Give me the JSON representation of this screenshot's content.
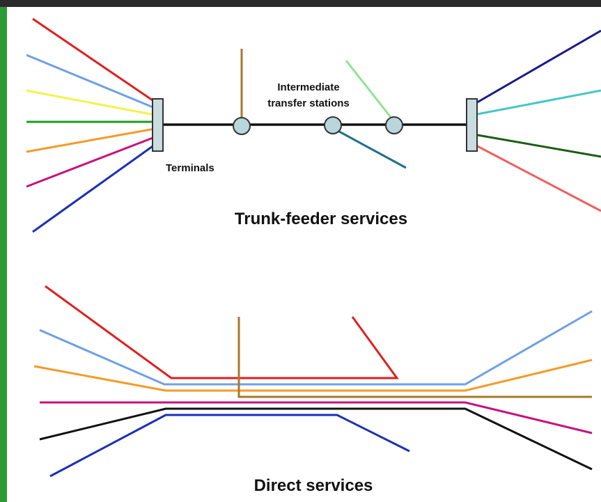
{
  "labels": {
    "intermediate_line1": "Intermediate",
    "intermediate_line2": "transfer stations",
    "terminals": "Terminals",
    "trunk_feeder_title": "Trunk-feeder services",
    "direct_title": "Direct services"
  },
  "colors": {
    "background": "#ffffff",
    "frame": "#2b2b2b",
    "frame_accent": "#2e9a35",
    "trunk_line": "#111111",
    "terminal_fill": "#c9dde0",
    "terminal_stroke": "#333333",
    "red": "#e01e1e",
    "light_blue": "#6f9fe6",
    "yellow": "#f3f34a",
    "green": "#1c9c1c",
    "orange": "#f59a27",
    "magenta": "#c8127a",
    "dark_blue": "#1a2fb5",
    "navy": "#1a1a8c",
    "cyan": "#45c6c6",
    "dark_green": "#1c5c14",
    "salmon": "#ef5f5f",
    "brown": "#a8782a",
    "light_green": "#8fe58f",
    "teal": "#1f6e8e",
    "black": "#111111"
  },
  "trunk_feeder": {
    "left_feeders": [
      "red",
      "light_blue",
      "yellow",
      "green",
      "orange",
      "magenta",
      "dark_blue"
    ],
    "right_feeders": [
      "navy",
      "cyan",
      "dark_green",
      "salmon"
    ],
    "station_feeders": [
      "brown",
      "light_green",
      "teal"
    ]
  },
  "direct": {
    "routes": [
      "red",
      "light_blue",
      "orange",
      "brown",
      "magenta",
      "black",
      "dark_blue"
    ]
  }
}
